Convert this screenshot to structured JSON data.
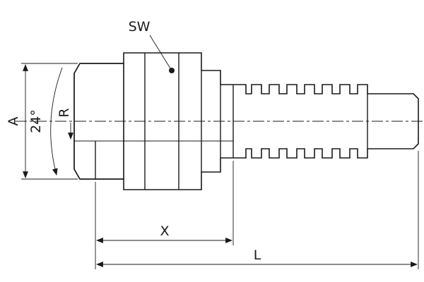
{
  "drawing": {
    "title": "hose-fitting-technical-drawing",
    "background": "#ffffff",
    "line_color": "#1a1a1a",
    "labels": {
      "sw": "SW",
      "a": "A",
      "angle": "24°",
      "r": "R",
      "x": "X",
      "l": "L"
    }
  }
}
